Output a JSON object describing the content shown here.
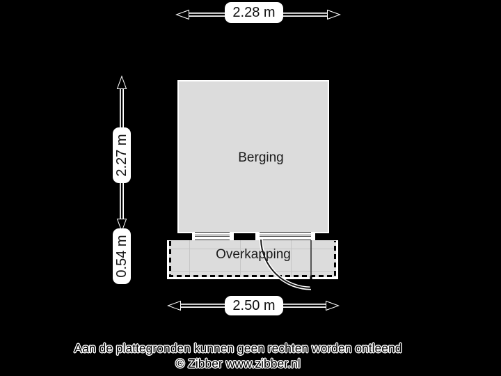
{
  "plan": {
    "rooms": {
      "berging": "Berging",
      "overkapping": "Overkapping"
    },
    "dimensions": {
      "top_width": "2.28 m",
      "left_height": "2.27 m",
      "left_canopy_height": "0.54 m",
      "bottom_width": "2.50 m"
    }
  },
  "footer": {
    "disclaimer": "Aan de plattegronden kunnen geen rechten worden ontleend",
    "copyright": "© Zibber www.zibber.nl"
  },
  "colors": {
    "background": "#000000",
    "wall": "#000000",
    "floor_fill": "#dcdcdc",
    "tile_line": "#c6c6c6",
    "white_outline": "#ffffff",
    "label_text": "#1a1a1a"
  }
}
